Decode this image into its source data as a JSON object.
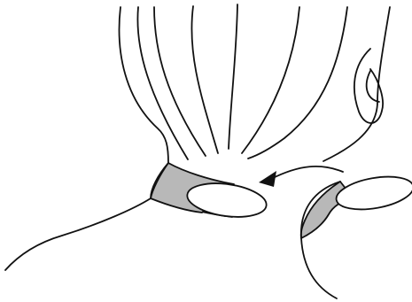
{
  "diagram": {
    "style": {
      "line_color": "#111111",
      "shade_color": "#b8b8b8",
      "background_color": "#ffffff"
    },
    "elements": [
      {
        "name": "anatomical-structure-contour",
        "kind": "outline"
      },
      {
        "name": "attached-flap-region",
        "kind": "shaded-region"
      },
      {
        "name": "displaced-flap",
        "kind": "shaded-region"
      },
      {
        "name": "movement-arrow",
        "kind": "arrow"
      }
    ]
  }
}
